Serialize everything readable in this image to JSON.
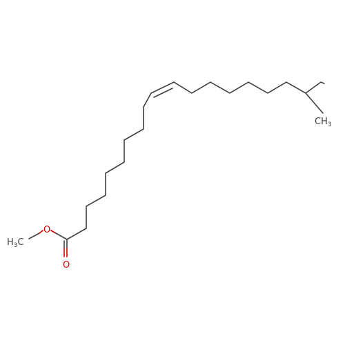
{
  "molecule": {
    "labels": {
      "methyl_left": {
        "main": "H",
        "sub": "3",
        "tail": "C"
      },
      "ester_oxygen": "O",
      "carbonyl_oxygen": "O",
      "methyl_right": {
        "main": "CH",
        "sub": "3"
      }
    },
    "colors": {
      "bond": "#404040",
      "oxygen": "#d40000",
      "background": "#ffffff"
    }
  }
}
